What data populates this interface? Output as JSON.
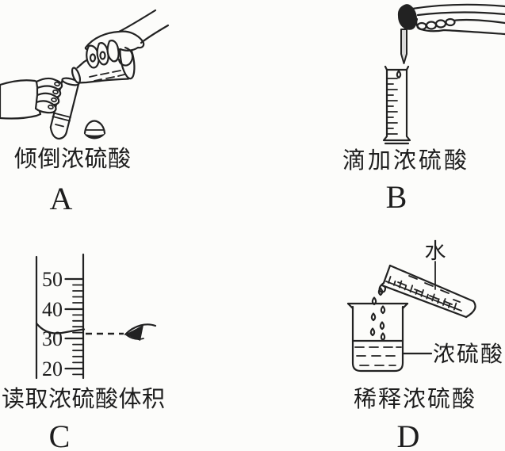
{
  "colors": {
    "ink": "#222222",
    "paper": "#fcfcfa"
  },
  "panels": {
    "a": {
      "caption": "倾倒浓硫酸",
      "letter": "A"
    },
    "b": {
      "caption": "滴加浓硫酸",
      "letter": "B"
    },
    "c": {
      "caption": "读取浓硫酸体积",
      "letter": "C",
      "scale": {
        "tick_labels": [
          "50",
          "40",
          "30",
          "20"
        ]
      }
    },
    "d": {
      "caption": "稀释浓硫酸",
      "letter": "D",
      "water_label": "水",
      "acid_label": "浓硫酸"
    }
  }
}
